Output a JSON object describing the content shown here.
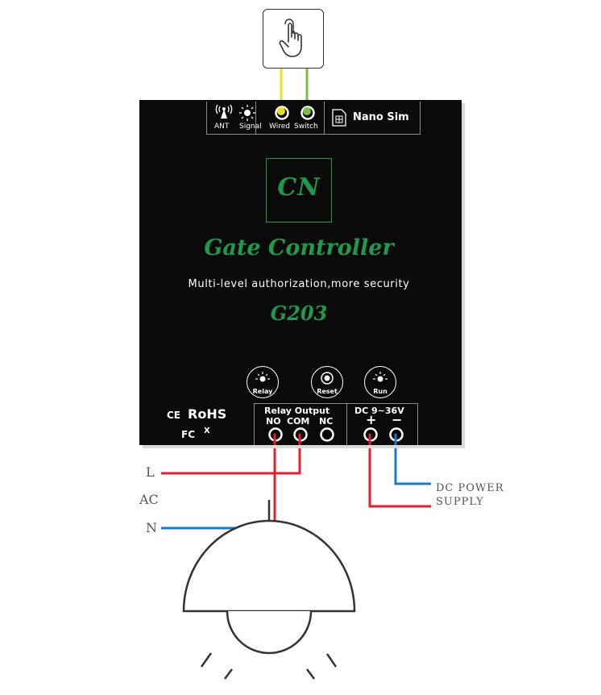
{
  "device": {
    "brand_logo": "CN",
    "title": "Gate Controller",
    "subtitle": "Multi-level authorization,more security",
    "model": "G203",
    "top_panel": {
      "ant_label": "ANT",
      "signal_label": "Signal",
      "wired_label": "Wired",
      "switch_label": "Switch",
      "nano_sim_label": "Nano Sim"
    },
    "buttons": [
      {
        "label": "Relay"
      },
      {
        "label": "Reset"
      },
      {
        "label": "Run"
      }
    ],
    "relay_output": {
      "label": "Relay Output",
      "terminals": [
        "NO",
        "COM",
        "NC"
      ]
    },
    "power": {
      "label": "DC 9~36V",
      "plus": "+",
      "minus": "−"
    },
    "certifications": {
      "ce": "CE",
      "rohs": "RoHS",
      "fc": "FC",
      "weee": "X"
    }
  },
  "diagram": {
    "l_label": "L",
    "ac_label": "AC",
    "n_label": "N",
    "dc_supply_line1": "DC POWER",
    "dc_supply_line2": "SUPPLY",
    "colors": {
      "live": "#e0202c",
      "neutral": "#1e78c8",
      "wire_yellow": "#e9e020",
      "wire_green": "#7bc043",
      "brand_green": "#1f9a4a"
    }
  }
}
